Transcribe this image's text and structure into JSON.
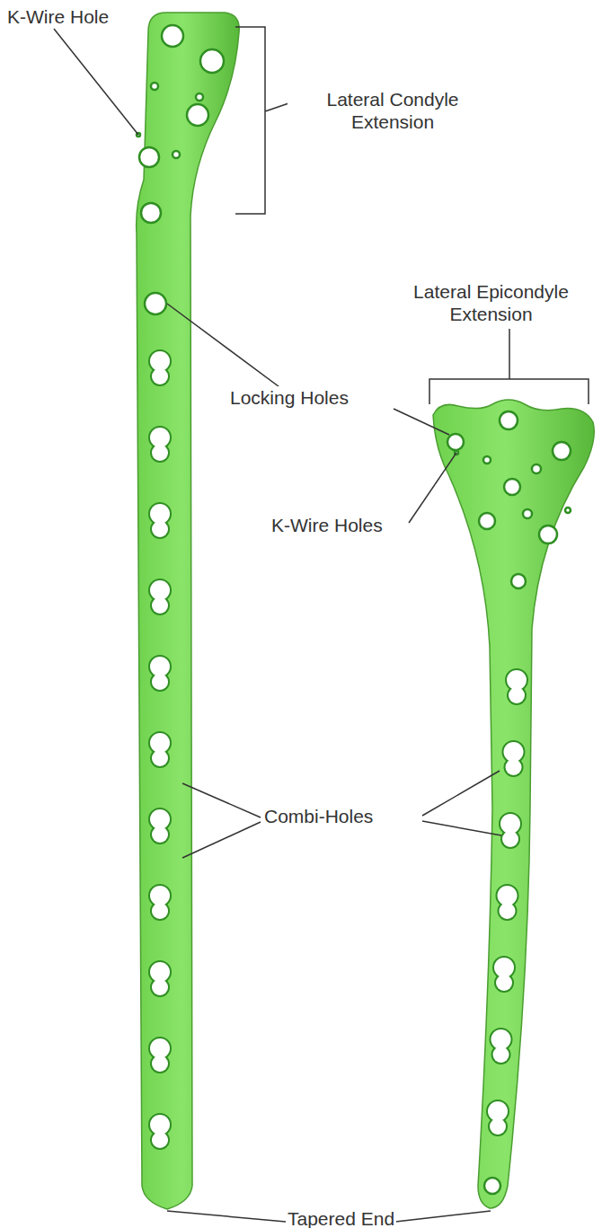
{
  "diagram": {
    "labels": [
      "K-Wire Hole",
      "Lateral Condyle Extension",
      "Locking Holes",
      "Lateral Epicondyle Extension",
      "K-Wire Holes",
      "Combi-Holes",
      "Tapered End"
    ]
  }
}
